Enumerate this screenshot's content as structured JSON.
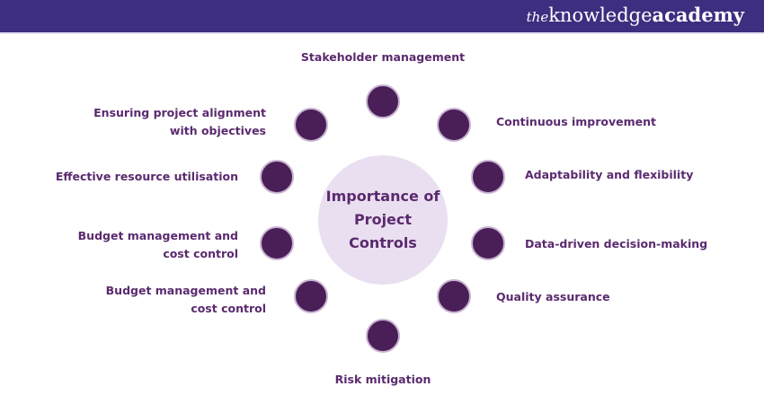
{
  "header": {
    "logo_prefix": "the",
    "logo_main": "knowledge",
    "logo_suffix": "academy",
    "background_color": "#3f2d80"
  },
  "diagram": {
    "center_title_line1": "Importance of",
    "center_title_line2": "Project Controls",
    "center_color": "#eadff0",
    "node_color": "#4a1f57",
    "text_color": "#5a2a6e",
    "items": [
      {
        "position": "top",
        "line1": "Stakeholder management"
      },
      {
        "position": "top-right",
        "line1": "Continuous improvement"
      },
      {
        "position": "right-upper",
        "line1": "Adaptability and flexibility"
      },
      {
        "position": "right-lower",
        "line1": "Data-driven decision-making"
      },
      {
        "position": "bottom-right",
        "line1": "Quality assurance"
      },
      {
        "position": "bottom",
        "line1": "Risk mitigation"
      },
      {
        "position": "bottom-left",
        "line1": "Budget management and",
        "line2": "cost control"
      },
      {
        "position": "left-lower",
        "line1": "Budget management and",
        "line2": "cost control"
      },
      {
        "position": "left-upper",
        "line1": "Effective resource utilisation"
      },
      {
        "position": "top-left",
        "line1": "Ensuring project alignment",
        "line2": "with objectives"
      }
    ]
  }
}
